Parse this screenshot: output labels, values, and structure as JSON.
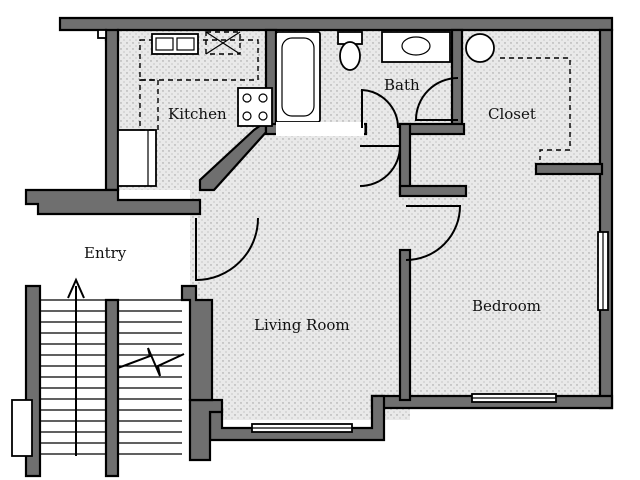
{
  "rooms": {
    "kitchen": "Kitchen",
    "bath": "Bath",
    "closet": "Closet",
    "entry": "Entry",
    "living_room": "Living Room",
    "bedroom": "Bedroom"
  },
  "icons": {
    "stair_arrow": "arrow-up-icon",
    "stair_break": "zigzag-break-icon"
  },
  "colors": {
    "wall": "#6f6f6f",
    "floor": "#e6e6e6",
    "line": "#000000",
    "background": "#ffffff"
  }
}
